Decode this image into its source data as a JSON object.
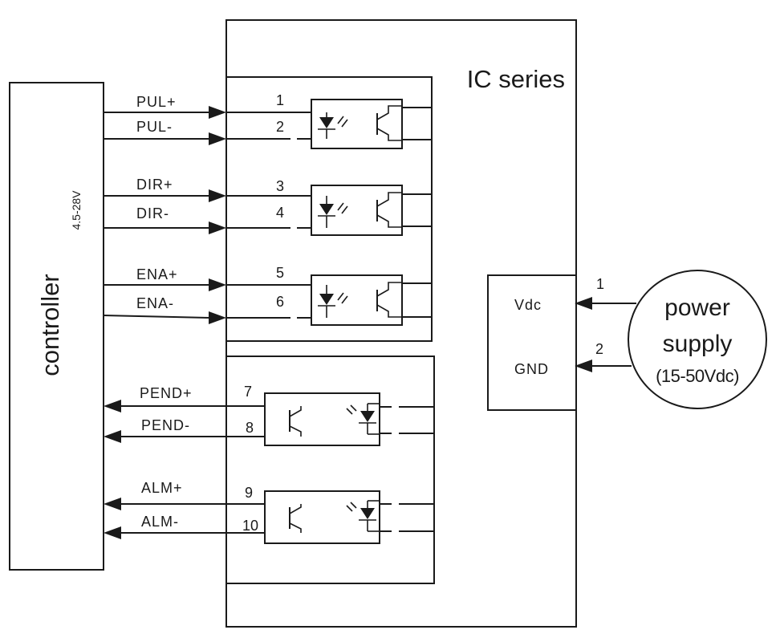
{
  "controller": {
    "label": "controller",
    "voltage": "4.5-28V"
  },
  "driver": {
    "series_label": "IC series"
  },
  "inputs": [
    {
      "signal": "PUL+",
      "pin": "1"
    },
    {
      "signal": "PUL-",
      "pin": "2"
    },
    {
      "signal": "DIR+",
      "pin": "3"
    },
    {
      "signal": "DIR-",
      "pin": "4"
    },
    {
      "signal": "ENA+",
      "pin": "5"
    },
    {
      "signal": "ENA-",
      "pin": "6"
    }
  ],
  "outputs": [
    {
      "signal": "PEND+",
      "pin": "7"
    },
    {
      "signal": "PEND-",
      "pin": "8"
    },
    {
      "signal": "ALM+",
      "pin": "9"
    },
    {
      "signal": "ALM-",
      "pin": "10"
    }
  ],
  "power_terminal": [
    {
      "label": "Vdc",
      "pin": "1"
    },
    {
      "label": "GND",
      "pin": "2"
    }
  ],
  "power_supply": {
    "line1": "power",
    "line2": "supply",
    "range": "(15-50Vdc)"
  }
}
